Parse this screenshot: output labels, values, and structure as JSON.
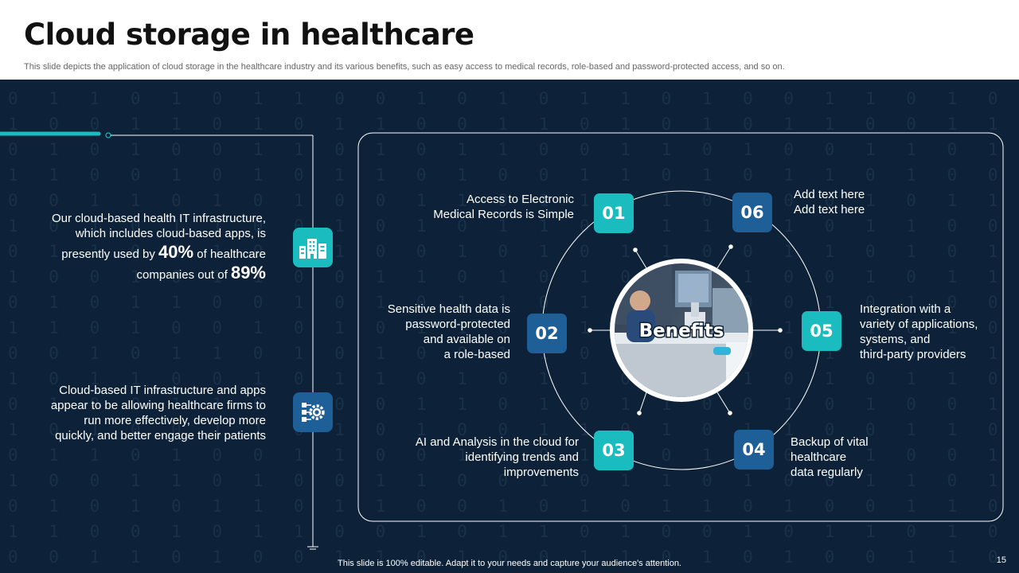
{
  "header": {
    "title": "Cloud storage in healthcare",
    "subtitle": "This slide depicts the application of cloud storage in the healthcare industry and its various benefits, such as easy access to medical records, role-based and password-protected access, and so on."
  },
  "left": {
    "stat": {
      "line1": "Our cloud-based health IT infrastructure,",
      "line2": "which includes cloud-based apps, is",
      "line3_pre": "presently used by",
      "value1": "40%",
      "line3_post": "of healthcare",
      "line4_pre": "companies out of",
      "value2": "89%"
    },
    "para2": {
      "line1": "Cloud-based IT infrastructure  and apps",
      "line2": "appear to be allowing healthcare firms to",
      "line3": "run more effectively, develop more",
      "line4": "quickly, and better engage their patients"
    },
    "icons": {
      "first": "building-icon",
      "second": "gear-process-icon"
    }
  },
  "benefits": {
    "center_label": "Benefits",
    "items": [
      {
        "num": "01",
        "lines": [
          "Access to Electronic",
          "Medical Records is Simple"
        ]
      },
      {
        "num": "02",
        "lines": [
          "Sensitive health data is",
          "password-protected",
          "and available on",
          "a role-based"
        ]
      },
      {
        "num": "03",
        "lines": [
          "AI and Analysis in the cloud for",
          "identifying trends and",
          "improvements"
        ]
      },
      {
        "num": "04",
        "lines": [
          "Backup of vital",
          "healthcare",
          "data regularly"
        ]
      },
      {
        "num": "05",
        "lines": [
          "Integration with a",
          "variety of applications,",
          "systems, and",
          "third-party providers"
        ]
      },
      {
        "num": "06",
        "lines": [
          "Add text here",
          "Add text here"
        ]
      }
    ]
  },
  "footer": {
    "note": "This slide is 100% editable. Adapt it to your needs and capture your audience's attention.",
    "page": "15"
  },
  "colors": {
    "teal": "#1bbcc0",
    "blue": "#1d5f96",
    "background": "#0d2238"
  }
}
